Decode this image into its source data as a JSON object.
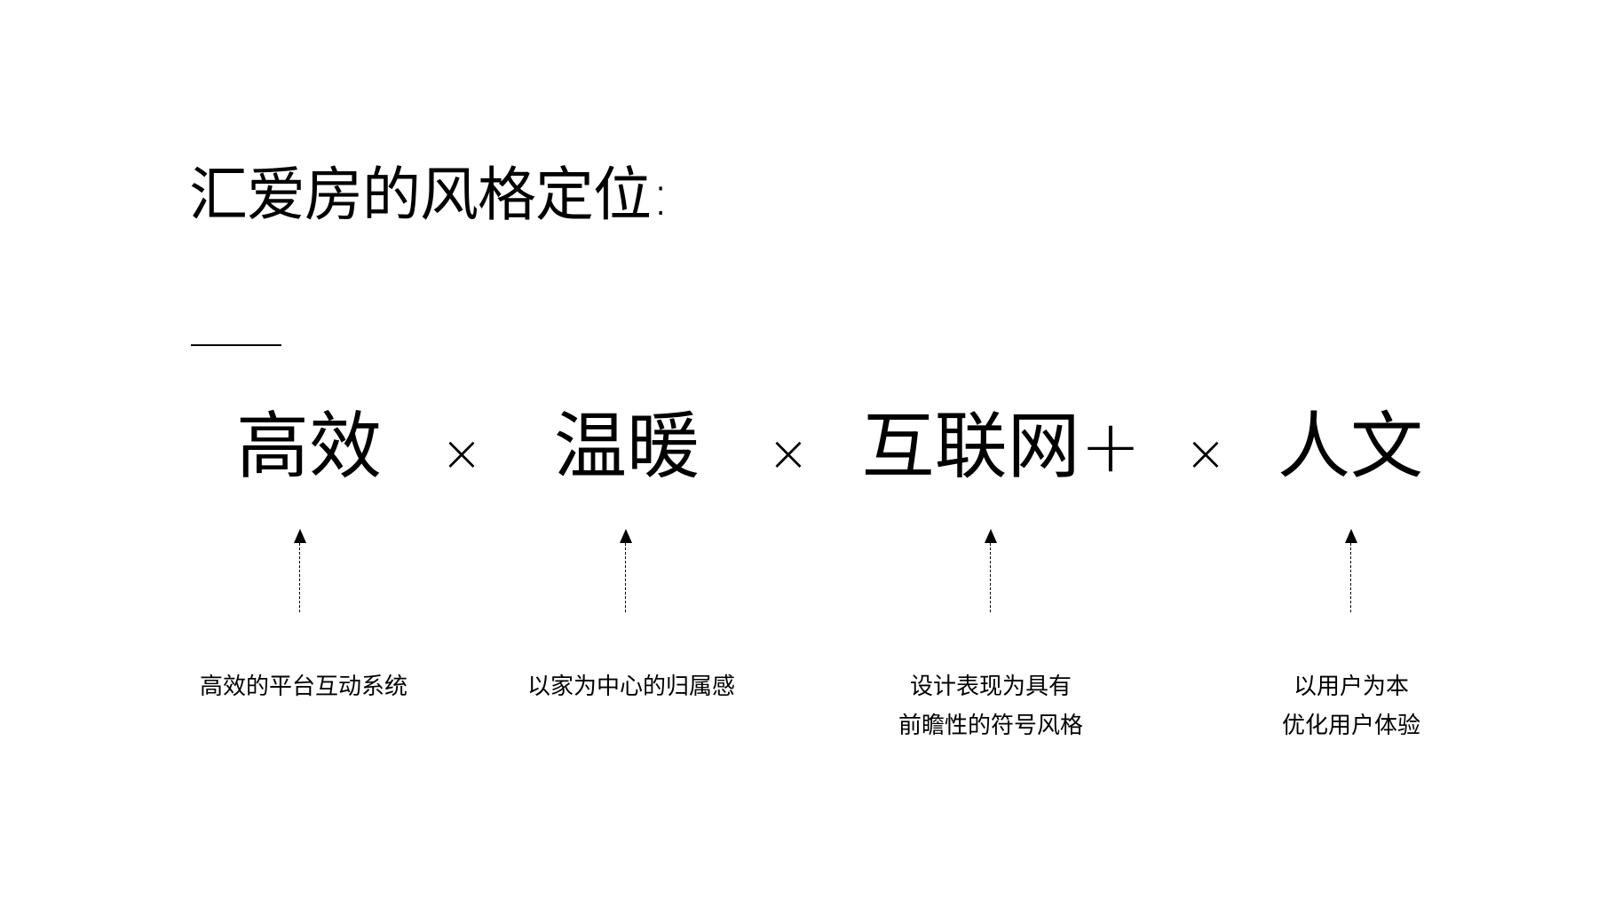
{
  "title": "汇爱房的风格定位:",
  "separator_symbol": "×",
  "keywords": [
    {
      "label": "高效",
      "desc": [
        "高效的平台互动系统"
      ]
    },
    {
      "label": "温暖",
      "desc": [
        "以家为中心的归属感"
      ]
    },
    {
      "label": "互联网+",
      "desc": [
        "设计表现为具有",
        "前瞻性的符号风格"
      ]
    },
    {
      "label": "人文",
      "desc": [
        "以用户为本",
        "优化用户体验"
      ]
    }
  ]
}
